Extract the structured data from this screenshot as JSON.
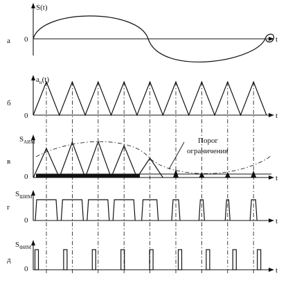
{
  "panels": [
    {
      "letter": "а",
      "ylabel": "S(t)",
      "ysub": "",
      "yend": "",
      "zero": "0"
    },
    {
      "letter": "б",
      "ylabel": "a",
      "ysub": "н",
      "yend": "(t)",
      "zero": "0"
    },
    {
      "letter": "в",
      "ylabel": "S",
      "ysub": "АИМ",
      "yend": "",
      "zero": "0"
    },
    {
      "letter": "г",
      "ylabel": "S",
      "ysub": "ШИМ",
      "yend": "",
      "zero": "0"
    },
    {
      "letter": "д",
      "ylabel": "S",
      "ysub": "ФИМ",
      "yend": "",
      "zero": "0"
    }
  ],
  "t_label": "t",
  "threshold_label_line1": "Порог",
  "threshold_label_line2": "ограничения",
  "pulse_count": 9,
  "colors": {
    "ink": "#111111",
    "background": "#ffffff"
  }
}
